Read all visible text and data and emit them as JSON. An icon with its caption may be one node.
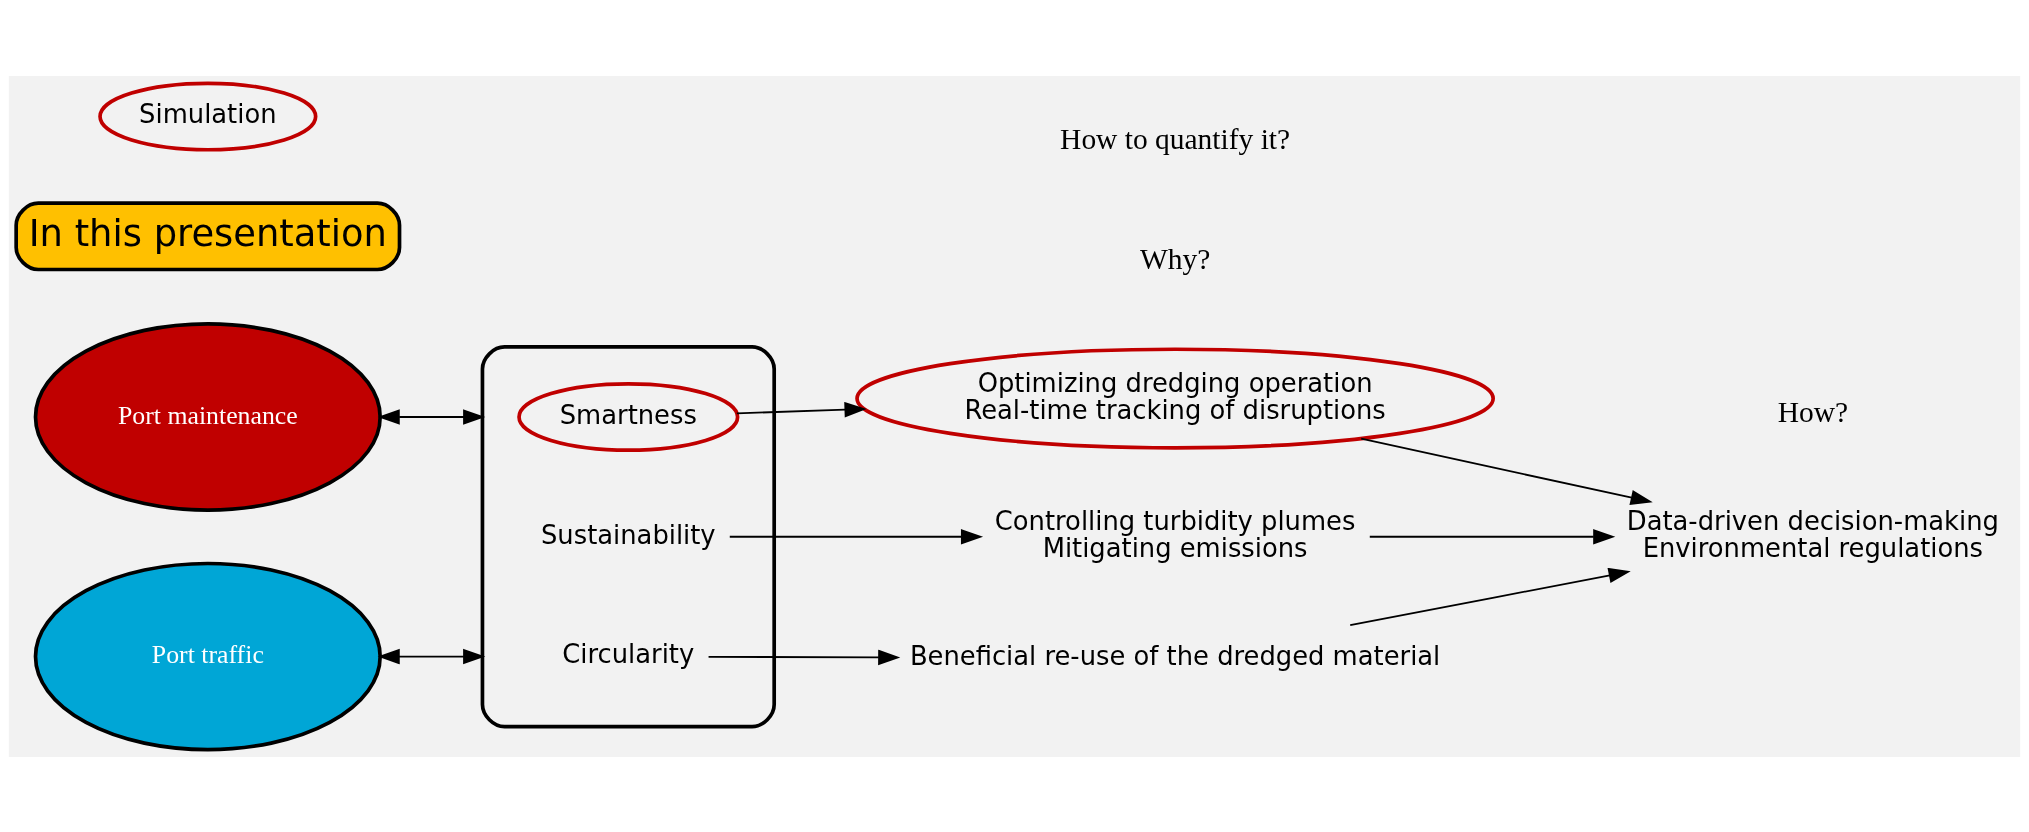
{
  "diagram": {
    "nodes": [
      {
        "text": [
          "Port maintenance"
        ]
      },
      {
        "text": [],
        "shape": "ellipse"
      },
      {
        "text": [
          "Smartness"
        ],
        "in": 1
      },
      {
        "text": [
          "Sustainability"
        ],
        "in": 1
      },
      {
        "text": [
          "Circularity"
        ],
        "in": 1
      },
      {
        "text": [
          "Port traffic"
        ]
      },
      {
        "text": [
          "In this presentation"
        ]
      },
      {
        "text": [
          "Optimizing dredging operation",
          "Real-time tracking of disruptions"
        ]
      },
      {
        "text": [
          "Controlling turbidity plumes",
          "Mitigating emissions"
        ]
      },
      {
        "text": [
          "Beneficial re-use of the dredged material"
        ]
      },
      {
        "text": [
          "Simulation"
        ]
      },
      {
        "text": [
          "Data-driven decision-making",
          "Environmental regulations"
        ]
      }
    ],
    "edges": [
      {
        "from": 0,
        "to": 1,
        "arrow": "both"
      },
      {
        "from": 1,
        "to": 5,
        "arrow": "both"
      },
      {
        "from": 2,
        "to": 7,
        "arrow": "to"
      },
      {
        "from": 3,
        "to": 8,
        "arrow": "to"
      },
      {
        "from": 4,
        "to": 9,
        "arrow": "to"
      },
      {
        "from": 7,
        "to": 11,
        "arrow": "to"
      },
      {
        "from": 8,
        "to": 11,
        "arrow": "to"
      },
      {
        "from": 9,
        "to": 11,
        "arrow": "to"
      }
    ],
    "labels": [
      "Why?",
      "How?",
      "How to quantify it?"
    ]
  }
}
